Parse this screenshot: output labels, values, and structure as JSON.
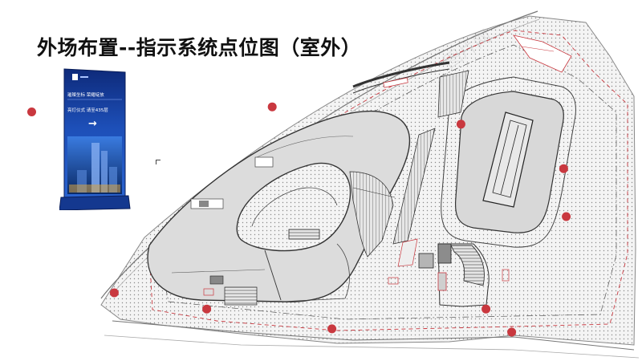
{
  "title": "外场布置--指示系统点位图（室外）",
  "sign": {
    "line1": "璀璨坐标  荣耀绽放",
    "line2": "亮灯仪式  请至435层",
    "arrow": "→"
  },
  "colors": {
    "marker": "#c9383f",
    "building_fill": "#dcdcdc",
    "building_stroke": "#3c3c3c",
    "sign_blue": "#1d4fb8"
  },
  "markers": [
    {
      "x": 0.047,
      "y": 0.314
    },
    {
      "x": 0.424,
      "y": 0.296
    },
    {
      "x": 0.718,
      "y": 0.344
    },
    {
      "x": 0.878,
      "y": 0.467
    },
    {
      "x": 0.882,
      "y": 0.6
    },
    {
      "x": 0.178,
      "y": 0.811
    },
    {
      "x": 0.322,
      "y": 0.856
    },
    {
      "x": 0.517,
      "y": 0.911
    },
    {
      "x": 0.757,
      "y": 0.856
    },
    {
      "x": 0.797,
      "y": 0.92
    }
  ]
}
